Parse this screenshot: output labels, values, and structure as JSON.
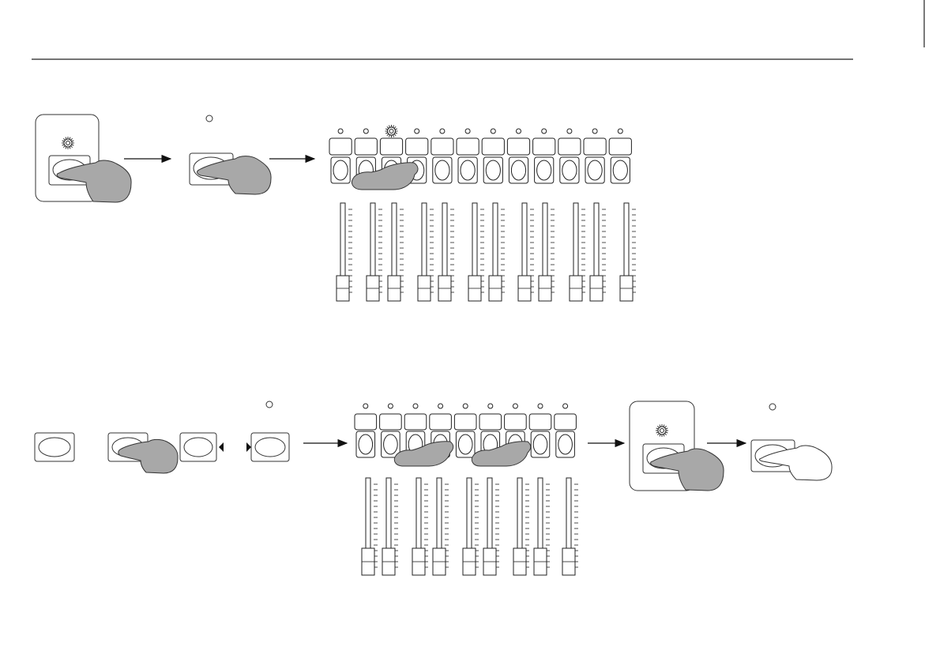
{
  "colors": {
    "line": "#222222",
    "hand_fill": "#a8a8a8",
    "hand_outline": "#333333",
    "background": "#ffffff"
  },
  "top_sequence": {
    "steps": [
      "panel-with-led-and-pressed-button",
      "pressed-button-with-led-off",
      "channel-buttons-with-third-pressed"
    ],
    "channel_count": 12,
    "pressed_channel": 3,
    "led_lit_channel": 3
  },
  "bottom_sequence": {
    "steps": [
      "button",
      "pressed-button-and-button",
      "button-with-led-off",
      "channel-buttons-with-third-and-sixth-pressed",
      "panel-with-led-and-pressed-button",
      "pressed-button-with-led-off"
    ],
    "channel_count": 9,
    "pressed_channels": [
      3,
      6
    ]
  },
  "icons": [
    "arrow-right-icon",
    "hand-icon",
    "led-icon",
    "led-lit-icon",
    "triangle-left-icon",
    "triangle-right-icon"
  ]
}
